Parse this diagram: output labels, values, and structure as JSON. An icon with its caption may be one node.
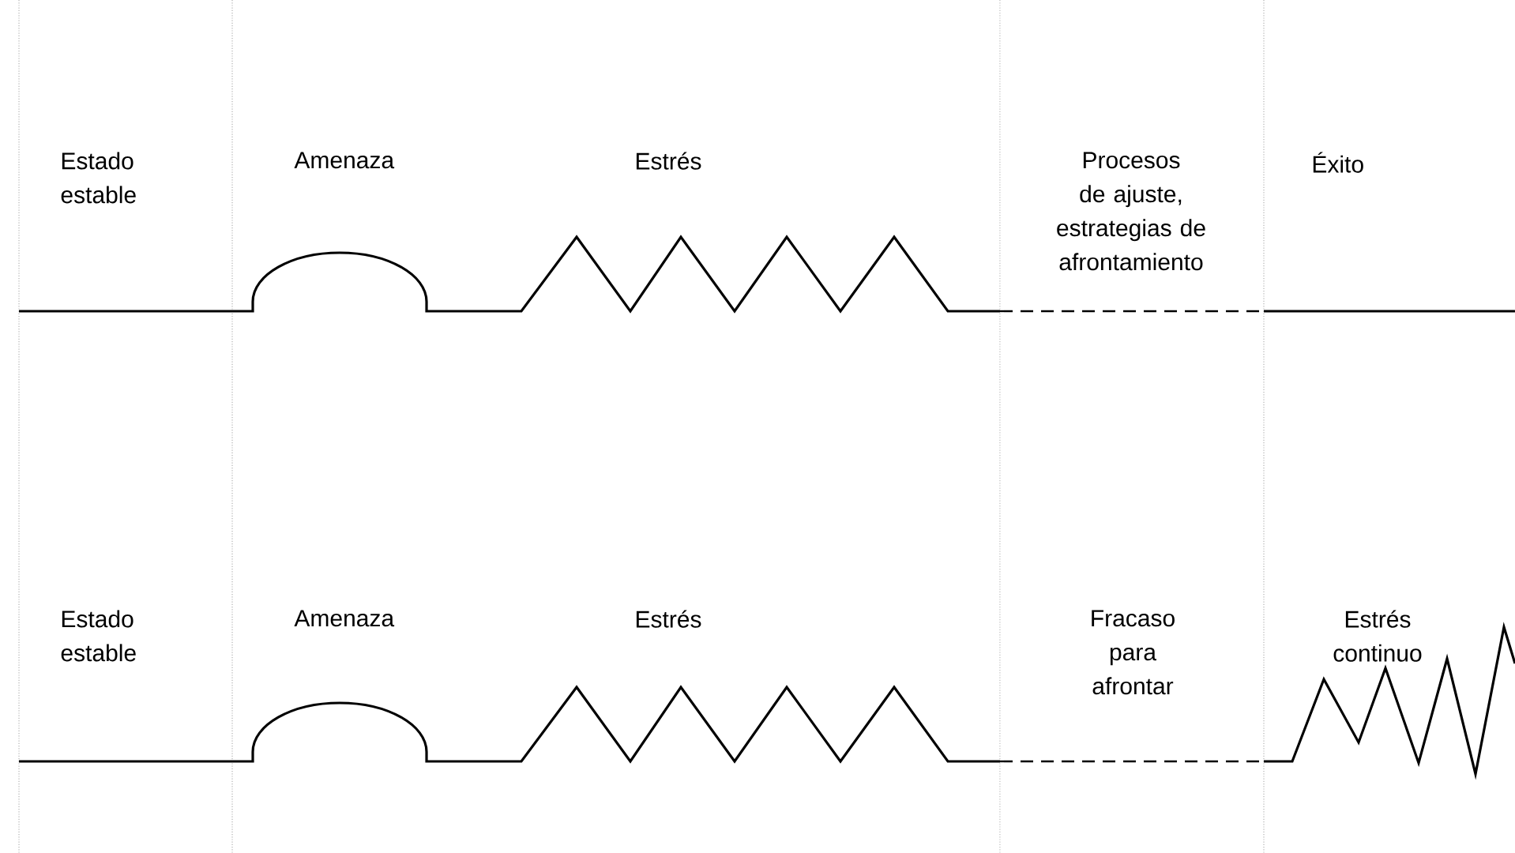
{
  "diagram": {
    "labels": [
      "Estado estable",
      "Amenaza",
      "Estrés",
      "Procesos de ajuste, estrategias de afrontamiento",
      "Éxito",
      "Estado estable",
      "Amenaza",
      "Estrés",
      "Fracaso para afrontar",
      "Estrés continuo"
    ]
  }
}
